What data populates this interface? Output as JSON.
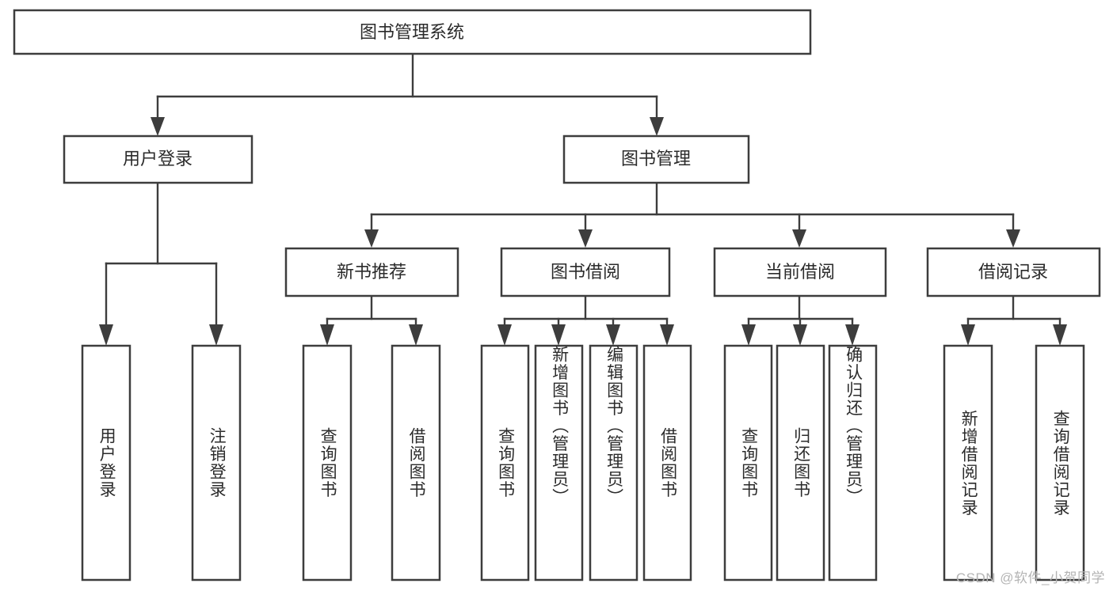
{
  "diagram": {
    "type": "tree-hierarchy",
    "title": "图书管理系统",
    "root": {
      "label": "图书管理系统",
      "orientation": "horizontal"
    },
    "level1": [
      {
        "label": "用户登录",
        "orientation": "horizontal"
      },
      {
        "label": "图书管理",
        "orientation": "horizontal"
      }
    ],
    "level2": [
      {
        "label": "新书推荐",
        "orientation": "horizontal",
        "parent": "图书管理"
      },
      {
        "label": "图书借阅",
        "orientation": "horizontal",
        "parent": "图书管理"
      },
      {
        "label": "当前借阅",
        "orientation": "horizontal",
        "parent": "图书管理"
      },
      {
        "label": "借阅记录",
        "orientation": "horizontal",
        "parent": "图书管理"
      }
    ],
    "leaves": [
      {
        "label": "用户登录",
        "orientation": "vertical",
        "parent": "用户登录"
      },
      {
        "label": "注销登录",
        "orientation": "vertical",
        "parent": "用户登录"
      },
      {
        "label": "查询图书",
        "orientation": "vertical",
        "parent": "新书推荐"
      },
      {
        "label": "借阅图书",
        "orientation": "vertical",
        "parent": "新书推荐"
      },
      {
        "label": "查询图书",
        "orientation": "vertical",
        "parent": "图书借阅"
      },
      {
        "label": "新增图书（管理员）",
        "orientation": "vertical",
        "parent": "图书借阅"
      },
      {
        "label": "编辑图书（管理员）",
        "orientation": "vertical",
        "parent": "图书借阅"
      },
      {
        "label": "借阅图书",
        "orientation": "vertical",
        "parent": "图书借阅"
      },
      {
        "label": "查询图书",
        "orientation": "vertical",
        "parent": "当前借阅"
      },
      {
        "label": "归还图书",
        "orientation": "vertical",
        "parent": "当前借阅"
      },
      {
        "label": "确认归还（管理员）",
        "orientation": "vertical",
        "parent": "当前借阅"
      },
      {
        "label": "新增借阅记录",
        "orientation": "vertical",
        "parent": "借阅记录"
      },
      {
        "label": "查询借阅记录",
        "orientation": "vertical",
        "parent": "借阅记录"
      }
    ]
  },
  "watermark": {
    "text": "CSDN @软件_小贺同学"
  },
  "colors": {
    "background": "#ffffff",
    "box_fill": "#ffffff",
    "box_stroke": "#3d3d3d",
    "connector": "#3d3d3d",
    "text": "#2b2b2b",
    "watermark": "#b4b4b4"
  }
}
